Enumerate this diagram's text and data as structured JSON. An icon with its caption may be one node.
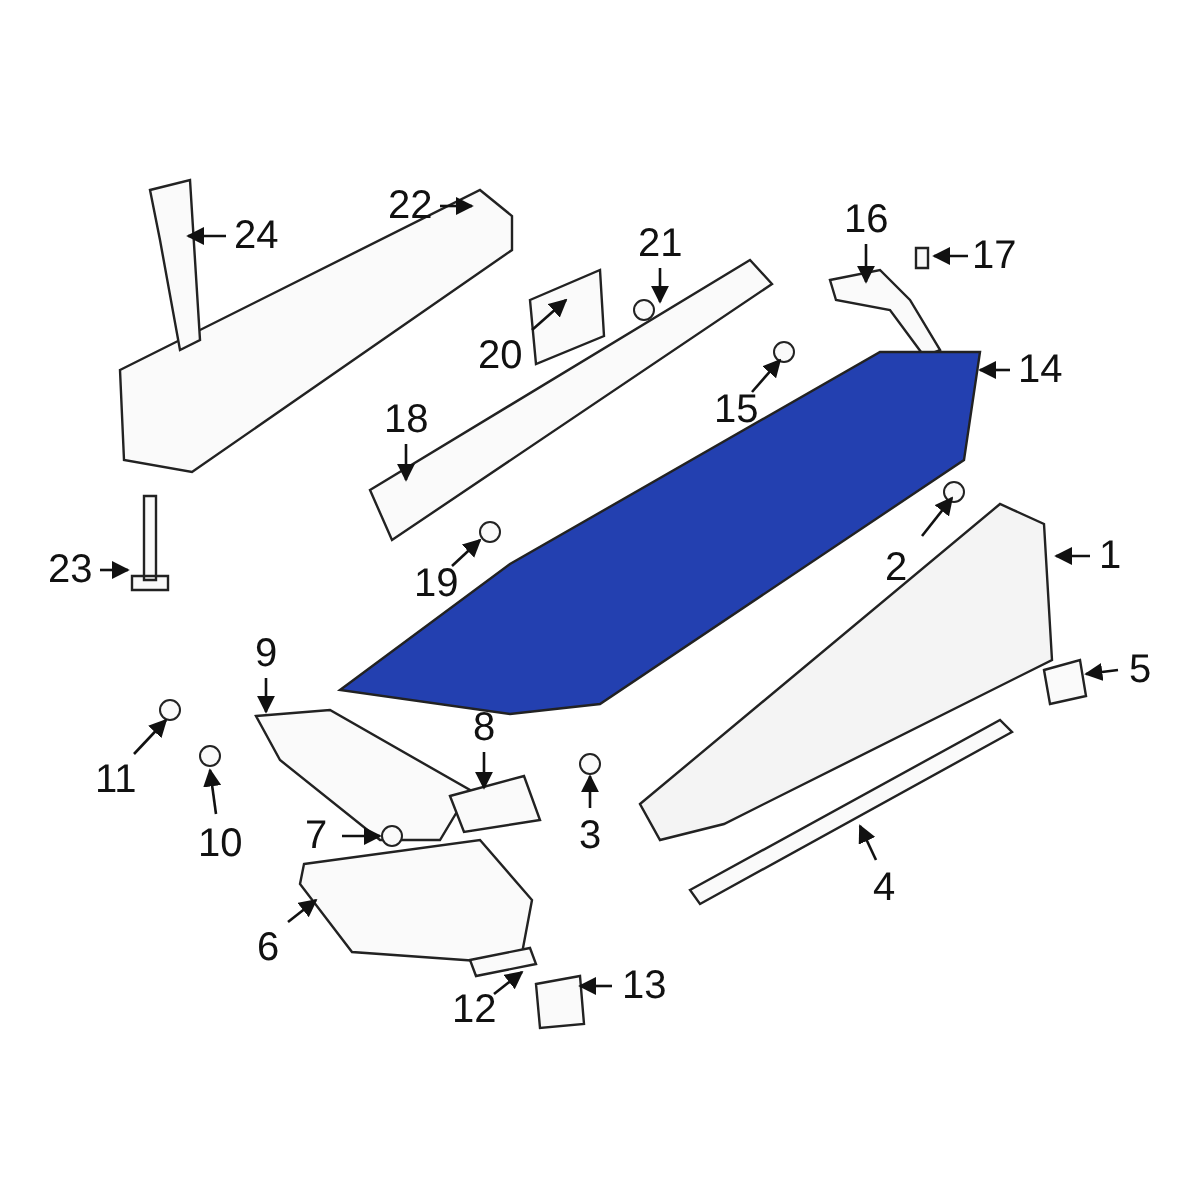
{
  "diagram": {
    "nodes": [
      {
        "text": [
          "24"
        ]
      },
      {
        "text": [
          "22"
        ]
      },
      {
        "text": [
          "16"
        ]
      },
      {
        "text": [
          "17"
        ]
      },
      {
        "text": [
          "21"
        ]
      },
      {
        "text": [
          "20"
        ]
      },
      {
        "text": [
          "14"
        ]
      },
      {
        "text": [
          "15"
        ]
      },
      {
        "text": [
          "18"
        ]
      },
      {
        "text": [
          "23"
        ]
      },
      {
        "text": [
          "2"
        ]
      },
      {
        "text": [
          "1"
        ]
      },
      {
        "text": [
          "19"
        ]
      },
      {
        "text": [
          "9"
        ]
      },
      {
        "text": [
          "5"
        ]
      },
      {
        "text": [
          "11"
        ]
      },
      {
        "text": [
          "8"
        ]
      },
      {
        "text": [
          "10"
        ]
      },
      {
        "text": [
          "3"
        ]
      },
      {
        "text": [
          "7"
        ]
      },
      {
        "text": [
          "4"
        ]
      },
      {
        "text": [
          "6"
        ]
      },
      {
        "text": [
          "12"
        ]
      },
      {
        "text": [
          "13"
        ]
      }
    ],
    "edges": [
      {
        "from": 0,
        "to": null,
        "arrow": "to"
      },
      {
        "from": 1,
        "to": null,
        "arrow": "to"
      },
      {
        "from": 2,
        "to": null,
        "arrow": "to"
      },
      {
        "from": 3,
        "to": null,
        "arrow": "to"
      },
      {
        "from": 4,
        "to": null,
        "arrow": "to"
      },
      {
        "from": 5,
        "to": null,
        "arrow": "to"
      },
      {
        "from": 6,
        "to": null,
        "arrow": "to"
      },
      {
        "from": 7,
        "to": null,
        "arrow": "to"
      },
      {
        "from": 8,
        "to": null,
        "arrow": "to"
      },
      {
        "from": 9,
        "to": null,
        "arrow": "to"
      },
      {
        "from": 10,
        "to": null,
        "arrow": "to"
      },
      {
        "from": 11,
        "to": null,
        "arrow": "to"
      },
      {
        "from": 12,
        "to": null,
        "arrow": "to"
      },
      {
        "from": 13,
        "to": null,
        "arrow": "to"
      },
      {
        "from": 14,
        "to": null,
        "arrow": "to"
      },
      {
        "from": 15,
        "to": null,
        "arrow": "to"
      },
      {
        "from": 16,
        "to": null,
        "arrow": "to"
      },
      {
        "from": 17,
        "to": null,
        "arrow": "to"
      },
      {
        "from": 18,
        "to": null,
        "arrow": "to"
      },
      {
        "from": 19,
        "to": null,
        "arrow": "to"
      },
      {
        "from": 20,
        "to": null,
        "arrow": "to"
      },
      {
        "from": 21,
        "to": null,
        "arrow": "to"
      },
      {
        "from": 22,
        "to": null,
        "arrow": "to"
      },
      {
        "from": 23,
        "to": null,
        "arrow": "to"
      }
    ]
  }
}
